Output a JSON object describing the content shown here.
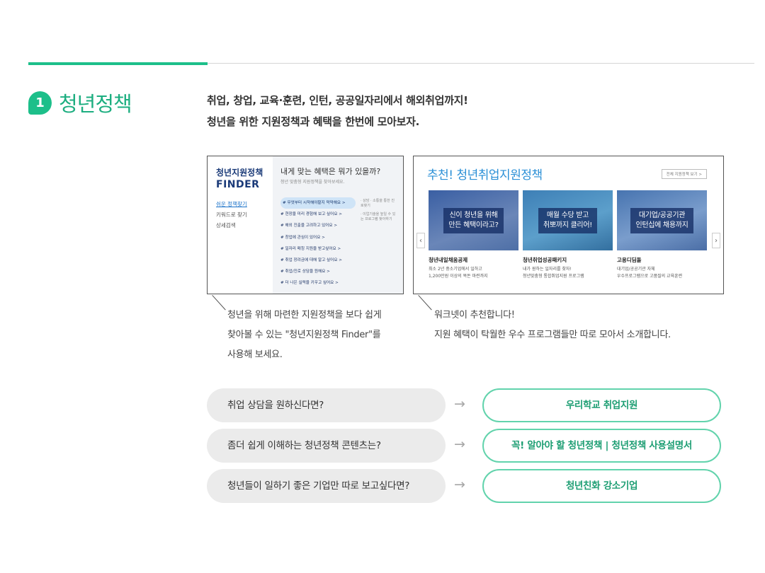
{
  "section": {
    "number": "1",
    "title": "청년정책"
  },
  "intro": {
    "line1": "취업, 창업, 교육·훈련, 인턴, 공공일자리에서 해외취업까지!",
    "line2": "청년을 위한 지원정책과 혜택을 한번에 모아보자."
  },
  "finder": {
    "brand_line1": "청년지원정책",
    "brand_line2": "FINDER",
    "nav": [
      "쉬운 정책찾기",
      "키워드로 찾기",
      "상세검색"
    ],
    "question": "내게 맞는 혜택은 뭐가 있을까?",
    "subtitle": "청년 맞춤형 지원정책을 찾아보세요.",
    "options": [
      "# 무엇부터 시작해야할지 막막해요 >",
      "# 현장을 미리 경험해 보고 싶어요 >",
      "# 해외 진출을 고려하고 있어요 >",
      "# 창업에 관심이 있어요 >",
      "# 일자리 매칭 지원을 받고싶어요 >",
      "# 취업 장려금에 대해 알고 싶어요 >",
      "# 취업/진로 상담을 원해요 >",
      "# 더 나은 실력을 키우고 싶어요 >"
    ],
    "side_notes": [
      "· 상담 · 소통을 통한 진로찾기",
      "· 이업기술을 높일 수 있는 프로그램 찾아하기"
    ]
  },
  "caption_left": {
    "line1": "청년을 위해 마련한 지원정책을 보다 쉽게",
    "line2": "찾아볼 수 있는 \"청년지원정책 Finder\"를",
    "line3": "사용해 보세요."
  },
  "recommend": {
    "title": "추천! 청년취업지원정책",
    "view_all": "전체 지원정책 보기 >",
    "prev_icon": "‹",
    "next_icon": "›",
    "cards": [
      {
        "img_line1": "신이 청년을 위해",
        "img_line2": "만든 혜택이라고?",
        "name": "청년내일채움공제",
        "desc1": "최소 2년 중소기업에서 일하고",
        "desc2": "1,200만원 이상의 목돈 마련까지"
      },
      {
        "img_line1": "매월 수당 받고",
        "img_line2": "취뽀까지 클리어!",
        "name": "청년취업성공패키지",
        "desc1": "내가 원하는 일자리를 찾자!",
        "desc2": "청년맞춤형 통합취업지원 프로그램"
      },
      {
        "img_line1": "대기업/공공기관",
        "img_line2": "인턴십에 채용까지",
        "name": "고용디딤돌",
        "desc1": "대기업/공공기관 자체",
        "desc2": "우수프로그램으로 고품질의 교육훈련"
      }
    ]
  },
  "caption_right": {
    "line1": "워크넷이 추천합니다!",
    "line2": "지원 혜택이 탁월한 우수 프로그램들만 따로 모아서 소개합니다."
  },
  "questions": [
    {
      "question": "취업 상담을 원하신다면?",
      "arrow": "→",
      "link": "우리학교 취업지원"
    },
    {
      "question": "좀더 쉽게 이해하는 청년정책 콘텐츠는?",
      "arrow": "→",
      "link": "꼭! 알아야 할 청년정책 | 청년정책 사용설명서"
    },
    {
      "question": "청년들이 일하기 좋은 기업만 따로 보고싶다면?",
      "arrow": "→",
      "link": "청년친화 강소기업"
    }
  ],
  "colors": {
    "accent": "#1dbf8a",
    "link_border": "#62d3ac",
    "recommend_title": "#2a8fd6",
    "finder_brand": "#1a3a78"
  }
}
